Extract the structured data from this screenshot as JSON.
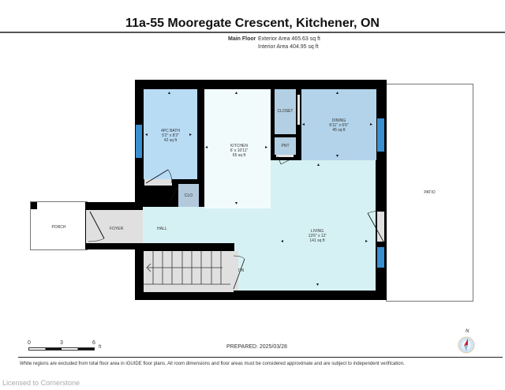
{
  "header": {
    "title": "11a-55 Mooregate Crescent, Kitchener, ON",
    "floor_name": "Main Floor",
    "exterior_area": "Exterior Area 465.63 sq ft",
    "interior_area": "Interior Area 404.95 sq ft"
  },
  "rooms": {
    "bath": {
      "name": "4PC BATH",
      "dims": "5'2\" x 8'2\"",
      "area": "42 sq ft",
      "color": "#b9dcf5"
    },
    "kitchen": {
      "name": "KITCHEN",
      "dims": "6' x 10'11\"",
      "area": "65 sq ft",
      "color": "#f2fbfc"
    },
    "closet": {
      "name": "CLOSET",
      "color": "#b2cfe3"
    },
    "pantry": {
      "name": "PNT",
      "color": "#b2cfe3"
    },
    "dining": {
      "name": "DINING",
      "dims": "6'11\" x 6'6\"",
      "area": "45 sq ft",
      "color": "#b2d3ea"
    },
    "clo": {
      "name": "CLO",
      "color": "#b2c9dc"
    },
    "living": {
      "name": "LIVING",
      "dims": "13'6\" x 12'",
      "area": "141 sq ft",
      "color": "#d6f1f3"
    },
    "hall": {
      "name": "HALL",
      "color": "#d6f1f3"
    },
    "foyer": {
      "name": "FOYER",
      "color": "#e0e0e0"
    },
    "porch": {
      "name": "PORCH",
      "color": "#ffffff"
    },
    "patio": {
      "name": "PATIO",
      "color": "#ffffff"
    },
    "stairs": {
      "direction": "DN",
      "color": "#e0e0e0"
    }
  },
  "colors": {
    "wall": "#000000",
    "window": "#3a8fd0",
    "compass_needle": "#cc1e2b",
    "compass_ring": "#cfe4f3"
  },
  "scale": {
    "ticks": [
      "0",
      "3",
      "6"
    ],
    "unit": "ft"
  },
  "compass": {
    "label": "N"
  },
  "footer": {
    "prepared": "PREPARED: 2025/03/28",
    "disclaimer": "White regions are excluded from total floor area in iGUIDE floor plans. All room dimensions and floor areas must be considered approximate and are subject to independent verification.",
    "licensed": "Licensed to Cornerstone"
  }
}
